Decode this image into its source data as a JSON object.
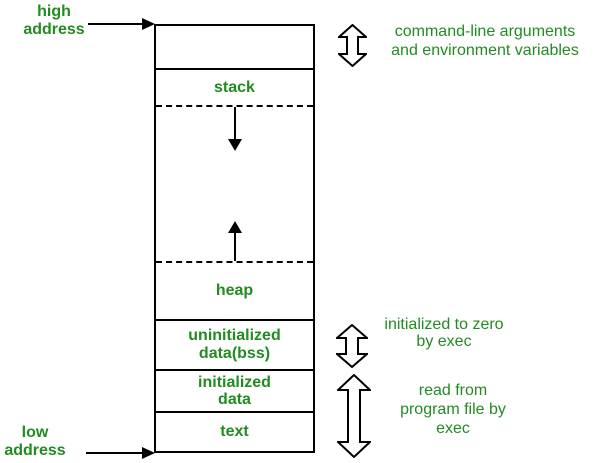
{
  "colors": {
    "label_green": "#228B22",
    "line_black": "#000000",
    "background": "#ffffff"
  },
  "address_labels": {
    "high": "high\naddress",
    "low": "low\naddress"
  },
  "memory_box": {
    "sections": {
      "args": {
        "label": ""
      },
      "stack": {
        "label": "stack"
      },
      "open": {
        "label": ""
      },
      "heap": {
        "label": "heap"
      },
      "bss": {
        "label": "uninitialized\ndata(bss)"
      },
      "data": {
        "label": "initialized\ndata"
      },
      "text": {
        "label": "text"
      }
    }
  },
  "annotations": {
    "args": "command-line arguments\nand environment variables",
    "bss": "initialized to zero\nby exec",
    "data_text": "read from\nprogram file by\nexec"
  }
}
